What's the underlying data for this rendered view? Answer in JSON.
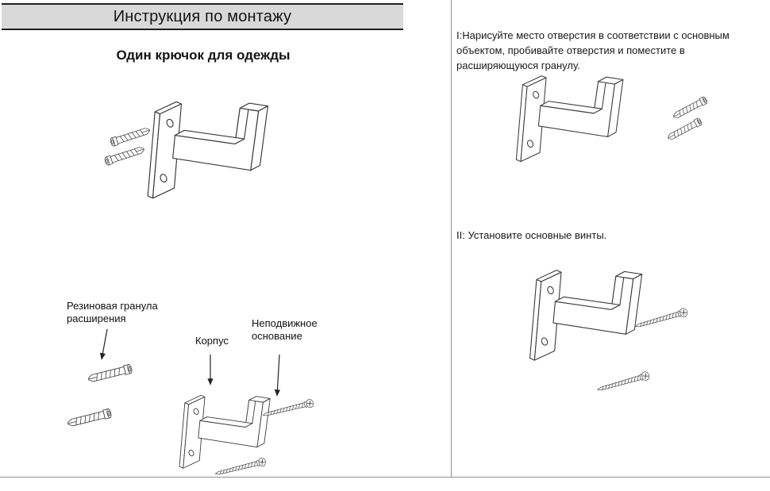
{
  "header": {
    "title": "Инструкция по монтажу"
  },
  "product": {
    "subtitle": "Один крючок для одежды"
  },
  "steps": [
    {
      "label": "I:Нарисуйте место отверстия в соответствии с основным объектом, пробивайте отверстия и поместите в расширяющуюся гранулу."
    },
    {
      "label": "II: Установите основные винты."
    }
  ],
  "part_labels": {
    "dowel": "Резиновая гранула расширения",
    "body": "Корпус",
    "base": "Неподвижное основание"
  },
  "icons": {
    "hook": "wall-hook-illustration",
    "dowel": "expansion-anchor-icon",
    "screw": "screw-icon",
    "arrow": "down-arrow-pointer"
  },
  "colors": {
    "header_bg": "#d9d9d9",
    "drawing_line": "#3a3a3a",
    "divider": "#8f8f8f",
    "text": "#141414"
  }
}
